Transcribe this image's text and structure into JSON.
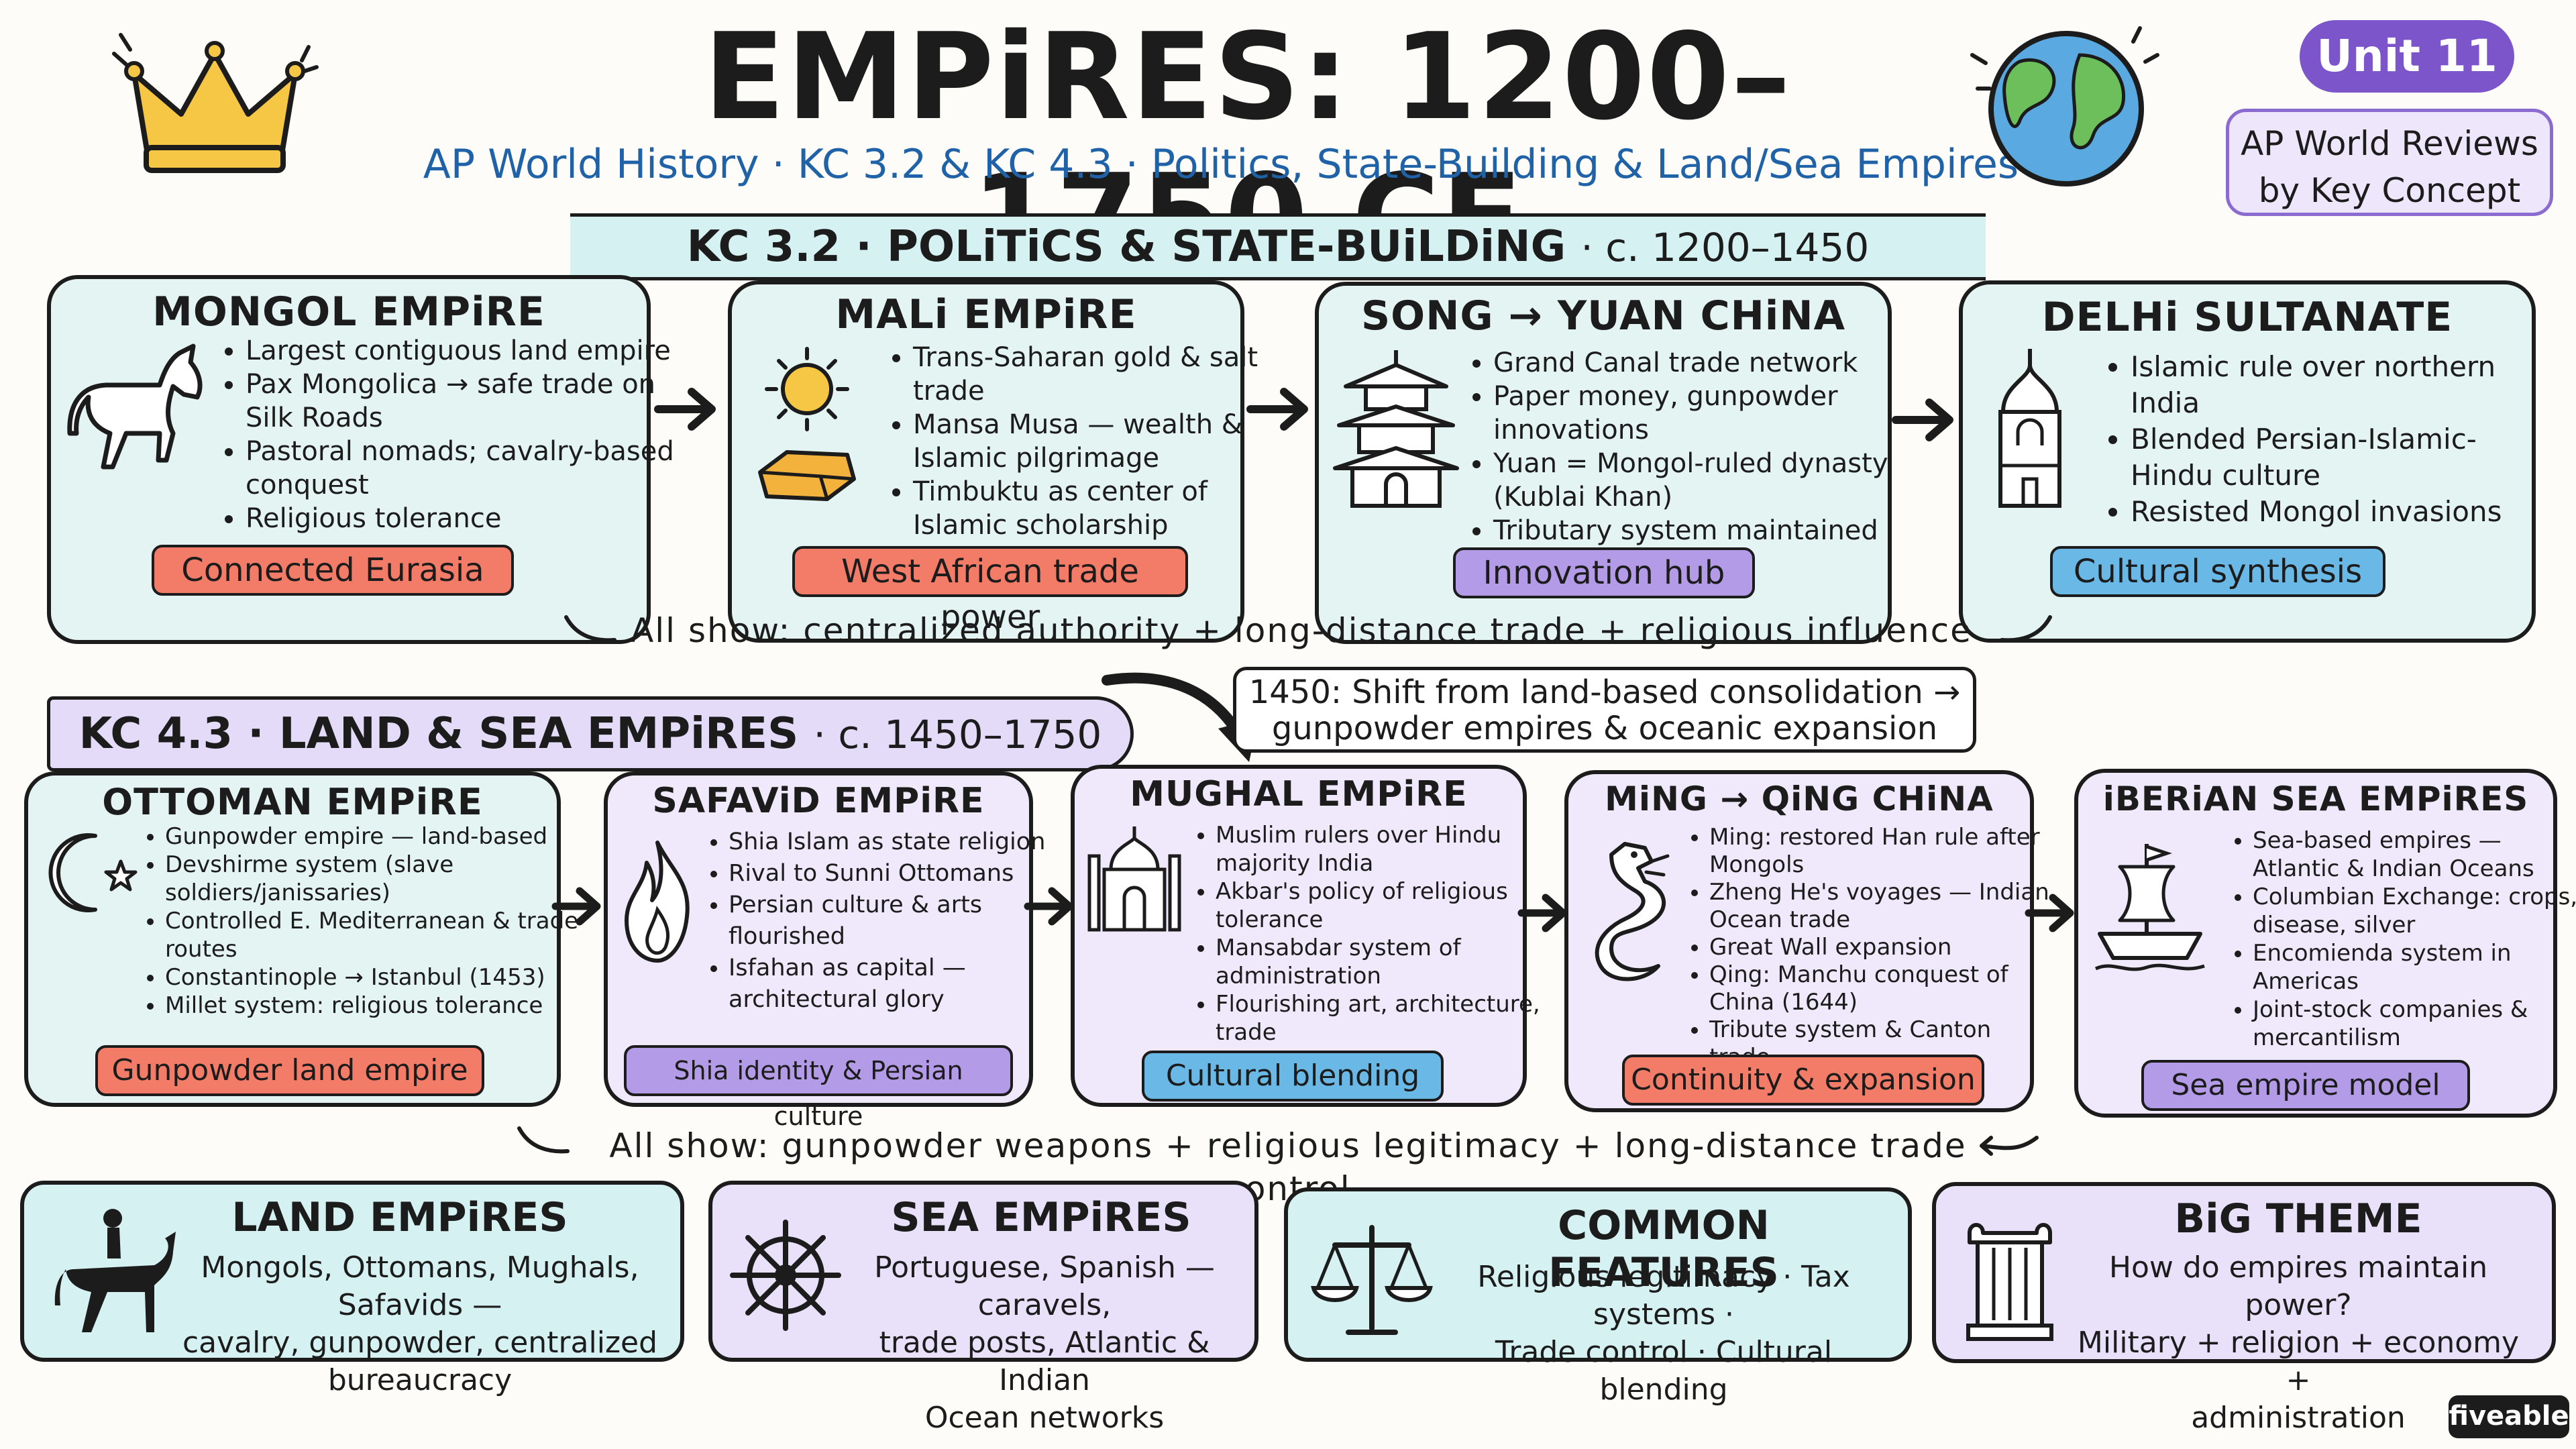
{
  "header": {
    "title": "EMPiRES: 1200–1750 CE",
    "subtitle": "AP World History · KC 3.2 & KC 4.3 · Politics, State-Building & Land/Sea Empires",
    "unit_badge": "Unit 11",
    "reviews_line1": "AP World Reviews",
    "reviews_line2": "by Key Concept"
  },
  "kc32": {
    "banner": "KC 3.2 · POLiTiCS & STATE-BUiLDiNG",
    "banner_sub": "· c. 1200–1450",
    "cards": [
      {
        "title": "MONGOL EMPiRE",
        "bullets": [
          "Largest contiguous land empire",
          "Pax Mongolica → safe trade on Silk Roads",
          "Pastoral nomads; cavalry-based conquest",
          "Religious tolerance"
        ],
        "tag": "Connected Eurasia",
        "icon": "horse-icon"
      },
      {
        "title": "MALi EMPiRE",
        "bullets": [
          "Trans-Saharan gold & salt trade",
          "Mansa Musa — wealth & Islamic pilgrimage",
          "Timbuktu as center of Islamic scholarship"
        ],
        "tag": "West African trade power",
        "icon": "sun-gold-icon"
      },
      {
        "title": "SONG → YUAN CHiNA",
        "bullets": [
          "Grand Canal trade network",
          "Paper money, gunpowder innovations",
          "Yuan = Mongol-ruled dynasty (Kublai Khan)",
          "Tributary system maintained"
        ],
        "tag": "Innovation hub",
        "icon": "pagoda-icon"
      },
      {
        "title": "DELHi SULTANATE",
        "bullets": [
          "Islamic rule over northern India",
          "Blended Persian-Islamic-Hindu culture",
          "Resisted Mongol invasions"
        ],
        "tag": "Cultural synthesis",
        "icon": "minaret-icon"
      }
    ],
    "summary": "All show: centralized authority + long-distance trade + religious influence"
  },
  "shift_note": {
    "line1": "1450: Shift from land-based consolidation →",
    "line2": "gunpowder empires & oceanic expansion"
  },
  "kc43": {
    "banner": "KC 4.3 · LAND & SEA EMPiRES",
    "banner_sub": "· c. 1450–1750",
    "cards": [
      {
        "title": "OTTOMAN EMPiRE",
        "bullets": [
          "Gunpowder empire — land-based",
          "Devshirme system (slave soldiers/janissaries)",
          "Controlled E. Mediterranean & trade routes",
          "Constantinople → Istanbul (1453)",
          "Millet system: religious tolerance"
        ],
        "tag": "Gunpowder land empire",
        "icon": "crescent-star-icon"
      },
      {
        "title": "SAFAViD EMPiRE",
        "bullets": [
          "Shia Islam as state religion",
          "Rival to Sunni Ottomans",
          "Persian culture & arts flourished",
          "Isfahan as capital — architectural glory"
        ],
        "tag": "Shia identity & Persian culture",
        "icon": "flame-icon"
      },
      {
        "title": "MUGHAL EMPiRE",
        "bullets": [
          "Muslim rulers over Hindu majority India",
          "Akbar's policy of religious tolerance",
          "Mansabdar system of administration",
          "Flourishing art, architecture, trade"
        ],
        "tag": "Cultural blending",
        "icon": "taj-mahal-icon"
      },
      {
        "title": "MiNG → QiNG CHiNA",
        "bullets": [
          "Ming: restored Han rule after Mongols",
          "Zheng He's voyages — Indian Ocean trade",
          "Great Wall expansion",
          "Qing: Manchu conquest of China (1644)",
          "Tribute system & Canton trade"
        ],
        "tag": "Continuity & expansion",
        "icon": "dragon-icon"
      },
      {
        "title": "iBERiAN SEA EMPiRES",
        "bullets": [
          "Sea-based empires — Atlantic & Indian Oceans",
          "Columbian Exchange: crops, disease, silver",
          "Encomienda system in Americas",
          "Joint-stock companies & mercantilism"
        ],
        "tag": "Sea empire model",
        "icon": "ship-icon"
      }
    ],
    "summary": "All show: gunpowder weapons + religious legitimacy + long-distance trade control"
  },
  "bottom": [
    {
      "title": "LAND EMPiRES",
      "line1": "Mongols, Ottomans, Mughals, Safavids —",
      "line2": "cavalry, gunpowder, centralized bureaucracy",
      "line3": "",
      "icon": "horse-rider-icon"
    },
    {
      "title": "SEA EMPiRES",
      "line1": "Portuguese, Spanish — caravels,",
      "line2": "trade posts, Atlantic & Indian",
      "line3": "Ocean networks",
      "icon": "ship-wheel-icon"
    },
    {
      "title": "COMMON FEATURES",
      "line1": "Religious legitimacy · Tax systems ·",
      "line2": "Trade control · Cultural blending",
      "line3": "",
      "icon": "scales-icon"
    },
    {
      "title": "BiG THEME",
      "line1": "How do empires maintain power?",
      "line2": "Military + religion + economy +",
      "line3": "administration",
      "icon": "column-icon"
    }
  ],
  "logo": "fiveable",
  "colors": {
    "teal_card": "#e4f4f2",
    "lavender_card": "#efe9fb",
    "red_tag": "#f27c67",
    "lavender_tag": "#b39be8",
    "blue_tag": "#6ab8e6",
    "subtitle_blue": "#1f62a8",
    "unit_purple": "#7b55c9"
  }
}
